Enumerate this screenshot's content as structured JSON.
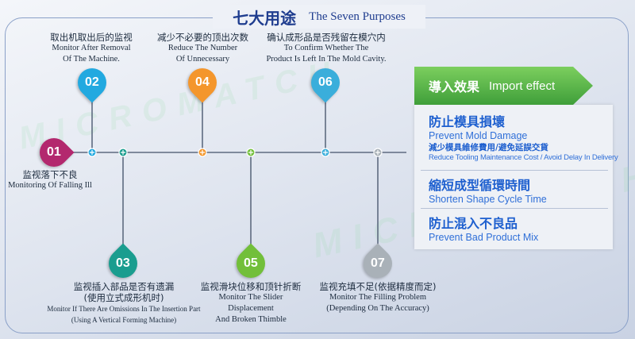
{
  "title": {
    "cn": "七大用途",
    "en": "The Seven Purposes"
  },
  "watermark": "MICROMATCH",
  "steps": [
    {
      "num": "01",
      "color": "#b3286e",
      "label_cn": "监视落下不良",
      "label_en": [
        "Monitoring Of Falling Ill"
      ]
    },
    {
      "num": "02",
      "color": "#22a9e0",
      "label_cn": "取出机取出后的监视",
      "label_en": [
        "Monitor After Removal",
        "Of The Machine."
      ]
    },
    {
      "num": "03",
      "color": "#1a9d8f",
      "label_cn": "监视插入部品是否有遗漏",
      "label_cn2": "(使用立式成形机时)",
      "label_en": [
        "Monitor If There Are Omissions In The Insertion Part",
        "(Using A Vertical Forming Machine)"
      ]
    },
    {
      "num": "04",
      "color": "#f4962c",
      "label_cn": "减少不必要的顶出次数",
      "label_en": [
        "Reduce The Number",
        "Of Unnecessary"
      ]
    },
    {
      "num": "05",
      "color": "#72bf3a",
      "label_cn": "监视滑块位移和顶针折断",
      "label_en": [
        "Monitor The Slider",
        "Displacement",
        "And Broken Thimble"
      ]
    },
    {
      "num": "06",
      "color": "#3aaedb",
      "label_cn": "确认成形品是否残留在模穴内",
      "label_en": [
        "To Confirm Whether The",
        "Product Is Left In The Mold Cavity."
      ]
    },
    {
      "num": "07",
      "color": "#a9b1b8",
      "label_cn": "监视充填不足(依据精度而定)",
      "label_en": [
        "Monitor The Filling Problem",
        "(Depending On The Accuracy)"
      ]
    }
  ],
  "import_effect": {
    "header_cn": "導入效果",
    "header_en": "Import effect",
    "items": [
      {
        "cn": "防止模具損壞",
        "en": "Prevent Mold Damage",
        "sub_cn": "減少模具維修費用/避免延誤交貨",
        "sub_en": "Reduce Tooling Maintenance Cost / Avoid Delay In Delivery"
      },
      {
        "cn": "縮短成型循環時間",
        "en": "Shorten Shape Cycle Time"
      },
      {
        "cn": "防止混入不良品",
        "en": "Prevent Bad Product Mix"
      }
    ]
  },
  "colors": {
    "accent_green": "#5db14a",
    "line": "#5e6b80",
    "text_blue": "#1f3d8f"
  }
}
